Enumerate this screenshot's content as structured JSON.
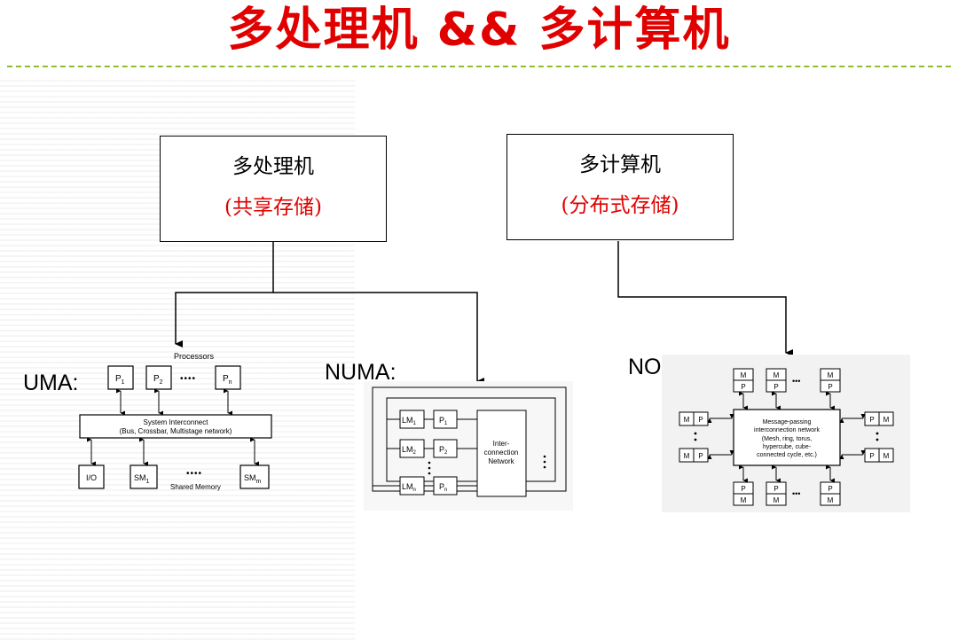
{
  "title": "多处理机 && 多计算机",
  "left_box": {
    "line1": "多处理机",
    "line2": "(共享存储)"
  },
  "right_box": {
    "line1": "多计算机",
    "line2": "(分布式存储)"
  },
  "labels": {
    "uma": "UMA:",
    "numa": "NUMA:",
    "norma": "NORMA:"
  },
  "uma": {
    "processors_caption": "Processors",
    "p1": "P",
    "p1_sub": "1",
    "p2": "P",
    "p2_sub": "2",
    "pn": "P",
    "pn_sub": "n",
    "dots": "••••",
    "interconnect_line1": "System Interconnect",
    "interconnect_line2": "(Bus, Crossbar, Multistage network)",
    "io": "I/O",
    "sm1": "SM",
    "sm1_sub": "1",
    "smm": "SM",
    "smm_sub": "m",
    "shared_memory": "Shared Memory"
  },
  "numa": {
    "lm": "LM",
    "p": "P",
    "sub1": "1",
    "sub2": "2",
    "subn": "n",
    "net_line1": "Inter-",
    "net_line2": "connection",
    "net_line3": "Network"
  },
  "norma": {
    "m": "M",
    "p": "P",
    "dots": "•••",
    "net_line1": "Message-passing",
    "net_line2": "interconnection network",
    "net_line3": "(Mesh, ring, torus,",
    "net_line4": "hypercube, cube-",
    "net_line5": "connected cycle, etc.)"
  }
}
